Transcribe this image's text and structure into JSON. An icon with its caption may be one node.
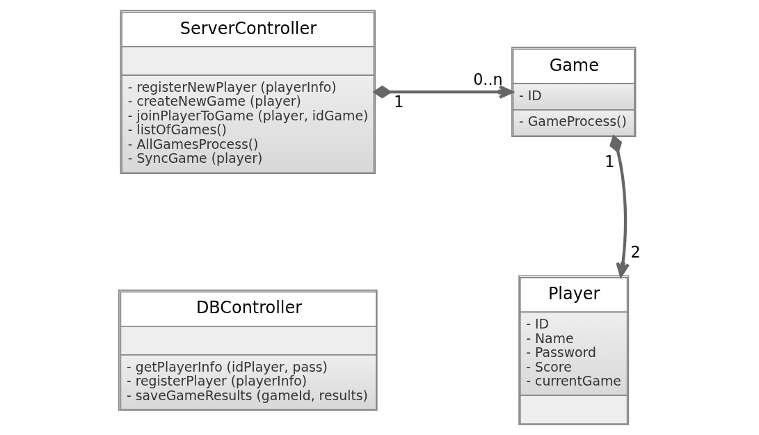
{
  "diagram": {
    "nodes": [
      {
        "text": [
          "ServerController",
          "- registerNewPlayer (playerInfo)",
          "- createNewGame (player)",
          "- joinPlayerToGame (player, idGame)",
          "- listOfGames()",
          "- AllGamesProcess()",
          "- SyncGame (player)"
        ]
      },
      {
        "text": [
          "Game",
          "- ID",
          "- GameProcess()"
        ]
      },
      {
        "text": [
          "DBController",
          "- getPlayerInfo (idPlayer, pass)",
          "- registerPlayer (playerInfo)",
          "- saveGameResults (gameId, results)"
        ]
      },
      {
        "text": [
          "Player",
          "- ID",
          "- Name",
          "- Password",
          "- Score",
          "- currentGame"
        ]
      }
    ],
    "edges": [
      {
        "from": 0,
        "to": 1,
        "arrow": "to"
      },
      {
        "from": 1,
        "to": 3,
        "arrow": "to"
      }
    ],
    "labels": [
      "1",
      "0..n",
      "1",
      "2"
    ]
  }
}
